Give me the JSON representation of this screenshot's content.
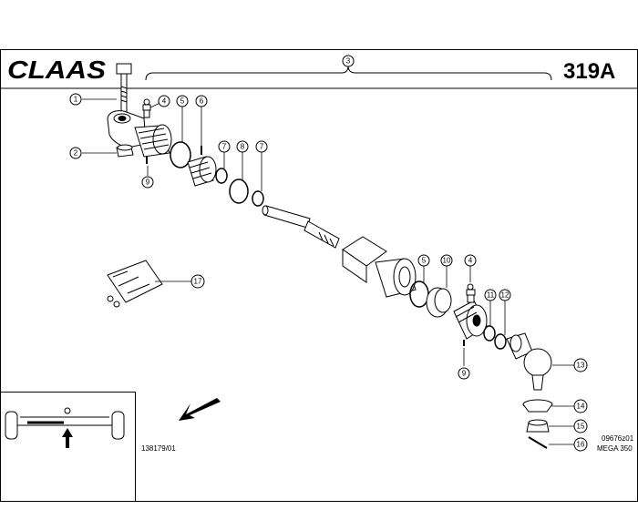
{
  "header": {
    "brand": "CLAAS",
    "page_number": "319A",
    "group_callout": "3"
  },
  "callouts": [
    {
      "id": "c1",
      "label": "1"
    },
    {
      "id": "c2",
      "label": "2"
    },
    {
      "id": "c4a",
      "label": "4"
    },
    {
      "id": "c5a",
      "label": "5"
    },
    {
      "id": "c6",
      "label": "6"
    },
    {
      "id": "c7a",
      "label": "7"
    },
    {
      "id": "c8",
      "label": "8"
    },
    {
      "id": "c7b",
      "label": "7"
    },
    {
      "id": "c9a",
      "label": "9"
    },
    {
      "id": "c17",
      "label": "17"
    },
    {
      "id": "c5b",
      "label": "5"
    },
    {
      "id": "c10",
      "label": "10"
    },
    {
      "id": "c4b",
      "label": "4"
    },
    {
      "id": "c11",
      "label": "11"
    },
    {
      "id": "c12",
      "label": "12"
    },
    {
      "id": "c9b",
      "label": "9"
    },
    {
      "id": "c13",
      "label": "13"
    },
    {
      "id": "c14",
      "label": "14"
    },
    {
      "id": "c15",
      "label": "15"
    },
    {
      "id": "c16",
      "label": "16"
    }
  ],
  "footer": {
    "drawing_ref": "138179/01",
    "figure_code": "09676z01",
    "model": "MEGA 350"
  }
}
